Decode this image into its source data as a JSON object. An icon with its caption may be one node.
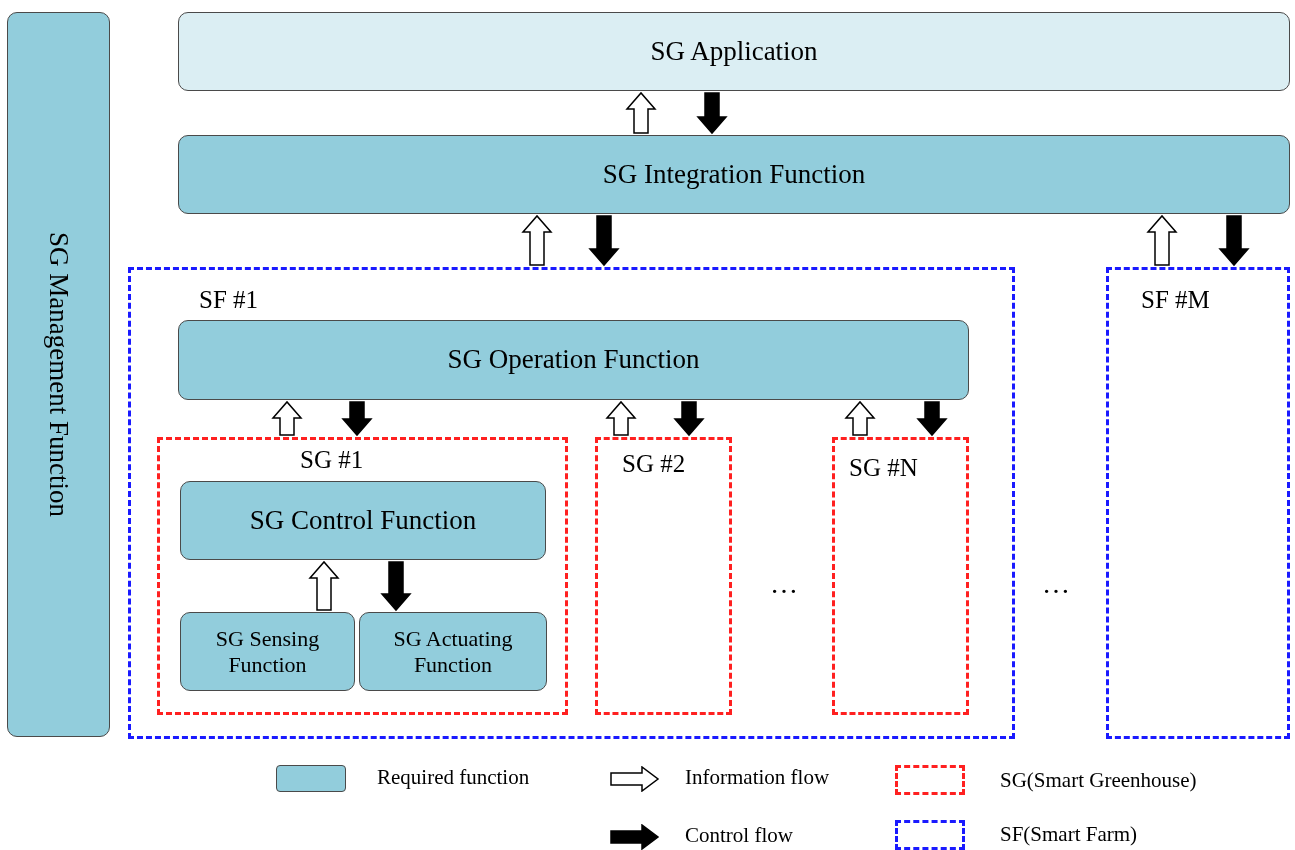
{
  "diagram": {
    "nodes": [
      {
        "text": [
          "SG Management Function"
        ]
      },
      {
        "text": [
          "SG Application"
        ]
      },
      {
        "text": [
          "SG Integration Function"
        ]
      },
      {
        "text": [
          "SF #1"
        ]
      },
      {
        "text": [
          "SG Operation Function"
        ],
        "in": 3
      },
      {
        "text": [
          "SG #1"
        ],
        "in": 3
      },
      {
        "text": [
          "SG Control Function"
        ],
        "in": 5
      },
      {
        "text": [
          "SG Sensing Function"
        ],
        "in": 5
      },
      {
        "text": [
          "SG Actuating Function"
        ],
        "in": 5
      },
      {
        "text": [
          "SG #2"
        ],
        "in": 3
      },
      {
        "text": [
          "SG #N"
        ],
        "in": 3
      },
      {
        "text": [
          "SF #M"
        ]
      }
    ],
    "edges": [
      {
        "from": 2,
        "to": 1,
        "arrow": "to"
      },
      {
        "from": 1,
        "to": 2,
        "arrow": "to",
        "color": "#000000"
      },
      {
        "from": 3,
        "to": 2,
        "arrow": "to"
      },
      {
        "from": 2,
        "to": 3,
        "arrow": "to",
        "color": "#000000"
      },
      {
        "from": 11,
        "to": 2,
        "arrow": "to"
      },
      {
        "from": 2,
        "to": 11,
        "arrow": "to",
        "color": "#000000"
      },
      {
        "from": 5,
        "to": 4,
        "arrow": "to"
      },
      {
        "from": 4,
        "to": 5,
        "arrow": "to",
        "color": "#000000"
      },
      {
        "from": 9,
        "to": 4,
        "arrow": "to"
      },
      {
        "from": 4,
        "to": 9,
        "arrow": "to",
        "color": "#000000"
      },
      {
        "from": 10,
        "to": 4,
        "arrow": "to"
      },
      {
        "from": 4,
        "to": 10,
        "arrow": "to",
        "color": "#000000"
      },
      {
        "from": 7,
        "to": 6,
        "arrow": "to"
      },
      {
        "from": 6,
        "to": 8,
        "arrow": "to",
        "color": "#000000"
      }
    ],
    "labels": [
      "…",
      "…"
    ],
    "legend": [
      {
        "text": "Required function",
        "color": "#92cddc"
      },
      {
        "text": "Information flow"
      },
      {
        "text": "SG(Smart Greenhouse)"
      },
      {
        "text": "Control flow"
      },
      {
        "text": "SF(Smart Farm)"
      }
    ]
  }
}
